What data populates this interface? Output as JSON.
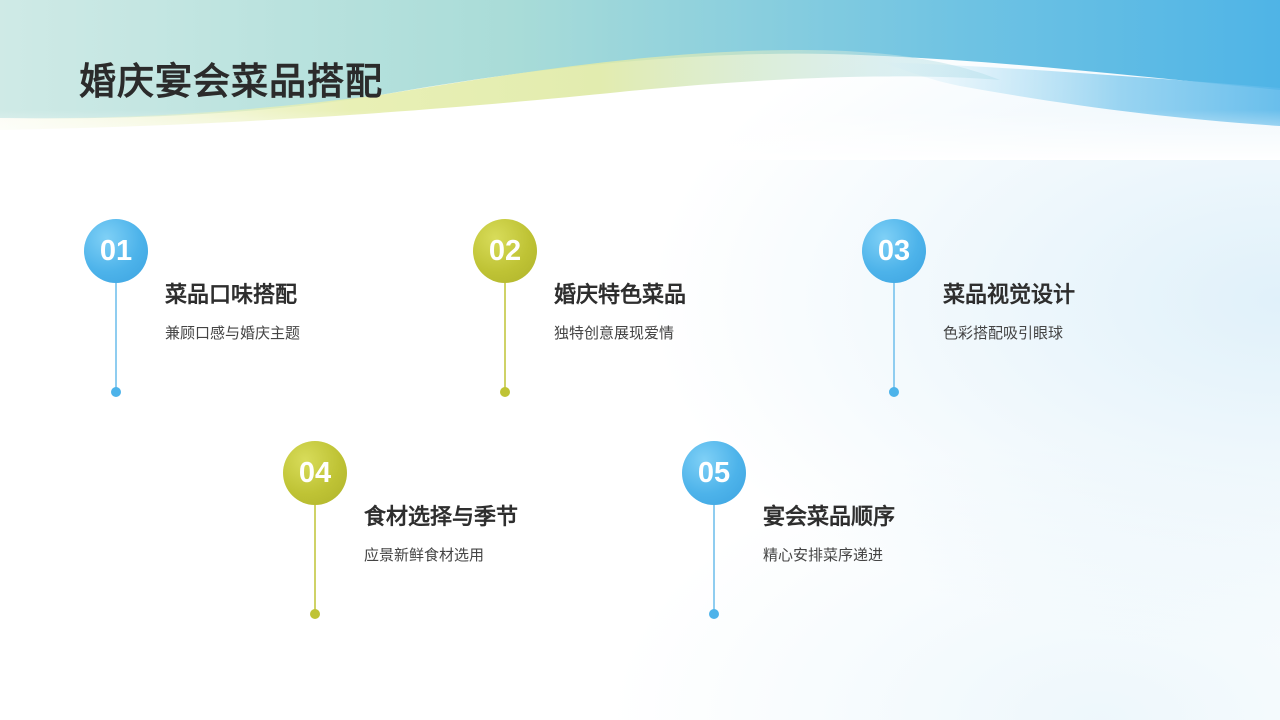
{
  "slide": {
    "title": "婚庆宴会菜品搭配"
  },
  "items": [
    {
      "number": "01",
      "title": "菜品口味搭配",
      "description": "兼顾口感与婚庆主题",
      "color": "blue"
    },
    {
      "number": "02",
      "title": "婚庆特色菜品",
      "description": "独特创意展现爱情",
      "color": "olive"
    },
    {
      "number": "03",
      "title": "菜品视觉设计",
      "description": "色彩搭配吸引眼球",
      "color": "blue"
    },
    {
      "number": "04",
      "title": "食材选择与季节",
      "description": "应景新鲜食材选用",
      "color": "olive"
    },
    {
      "number": "05",
      "title": "宴会菜品顺序",
      "description": "精心安排菜序递进",
      "color": "blue"
    }
  ],
  "colors": {
    "blue": "#4db3ea",
    "olive": "#bfc335",
    "title_text": "#2b2b2b"
  }
}
